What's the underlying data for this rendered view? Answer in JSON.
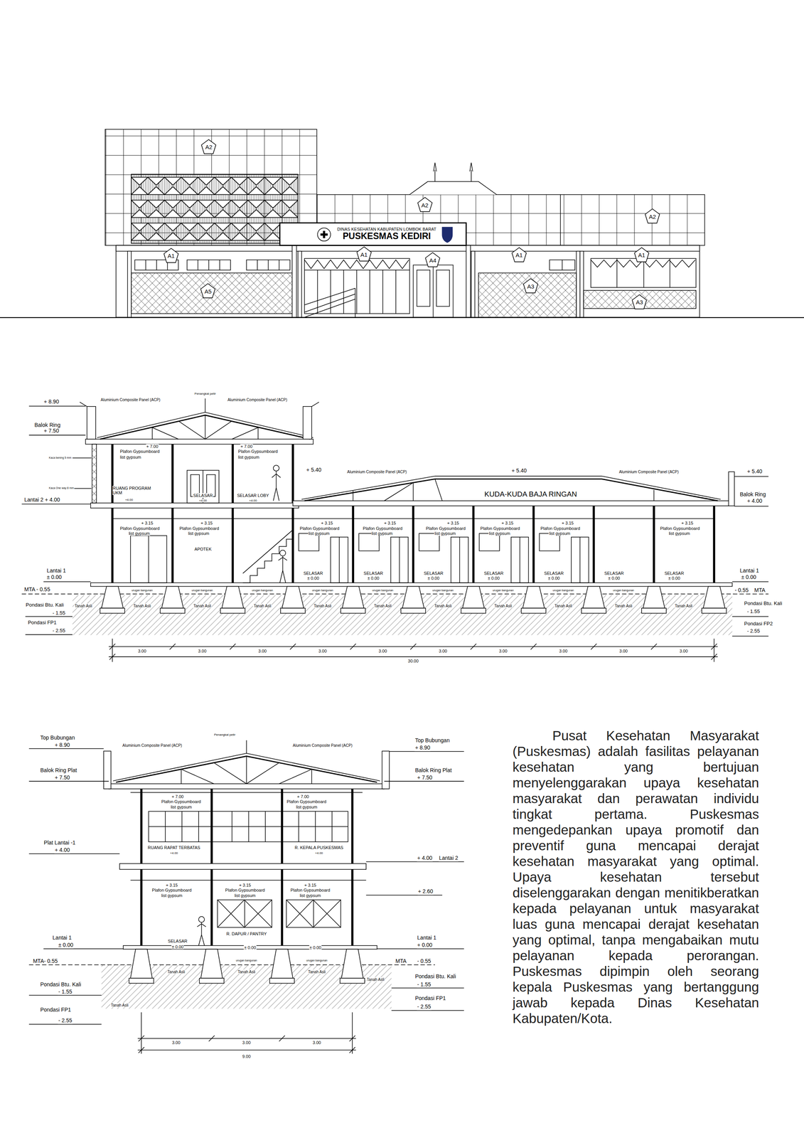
{
  "diagram": {
    "caption": "Pusat Kesehatan Masyarakat (Puskesmas) adalah fasilitas pelayanan kesehatan yang bertujuan menyelenggarakan upaya kesehatan masyarakat dan perawatan individu tingkat pertama. Puskesmas mengedepankan upaya promotif dan preventif guna mencapai derajat kesehatan masyarakat yang optimal. Upaya kesehatan tersebut diselenggarakan dengan menitikberatkan kepada pelayanan untuk masyarakat luas guna mencapai derajat kesehatan yang optimal, tanpa mengabaikan mutu pelayanan kepada perorangan. Puskesmas dipimpin oleh seorang kepala Puskesmas yang bertanggung jawab kepada Dinas Kesehatan Kabupaten/Kota.",
    "nodes": [
      {
        "text": [
          "DINAS KESEHATAN KABUPATEN LOMBOK BARAT",
          "PUSKESMAS KEDIRI"
        ]
      },
      {
        "text": [
          "A2"
        ]
      },
      {
        "text": [
          "A2"
        ]
      },
      {
        "text": [
          "A2"
        ]
      },
      {
        "text": [
          "A1"
        ]
      },
      {
        "text": [
          "A1"
        ]
      },
      {
        "text": [
          "A4"
        ]
      },
      {
        "text": [
          "A1"
        ]
      },
      {
        "text": [
          "A1"
        ]
      },
      {
        "text": [
          "A5"
        ]
      },
      {
        "text": [
          "A3"
        ]
      },
      {
        "text": [
          "A3"
        ]
      }
    ],
    "labels": [
      "+ 8.90",
      "Aluminium Composite Panel (ACP)",
      "Penangkal petir",
      "Aluminium Composite Panel (ACP)",
      "Balok Ring",
      "+ 7.50",
      "+ 7.00",
      "Plafon Gypsumboard",
      "list gypsum",
      "+ 7.00",
      "Plafon Gypsumboard",
      "list gypsum",
      "Kaca bening 5 mm",
      "+ 5.40",
      "Aluminium Composite Panel (ACP)",
      "+ 5.40",
      "Aluminium Composite Panel (ACP)",
      "+ 5.40",
      "Kaca One way 8 mm",
      "RUANG PROGRAM UKM",
      "+4.00",
      "SELASAR",
      "+4.00",
      "SELASAR LOBY",
      "+4.00",
      "KUDA-KUDA BAJA RINGAN",
      "Lantai 2 + 4.00",
      "Balok Ring",
      "+ 4.00",
      "+ 3.15",
      "Plafon Gypsumboard",
      "list gypsum",
      "+ 3.15",
      "Plafon Gypsumboard",
      "list gypsum",
      "+ 3.15",
      "Plafon Gypsumboard",
      "list gypsum",
      "+ 3.15",
      "Plafon Gypsumboard",
      "list gypsum",
      "+ 3.15",
      "Plafon Gypsumboard",
      "list gypsum",
      "+ 3.15",
      "Plafon Gypsumboard",
      "list gypsum",
      "+ 3.15",
      "Plafon Gypsumboard",
      "list gypsum",
      "+ 3.15",
      "Plafon Gypsumboard",
      "list gypsum",
      "APOTEK",
      "SELASAR",
      "± 0.00",
      "SELASAR",
      "± 0.00",
      "SELASAR",
      "± 0.00",
      "SELASAR",
      "± 0.00",
      "SELASAR",
      "± 0.00",
      "SELASAR",
      "± 0.00",
      "SELASAR",
      "± 0.00",
      "Lantai 1",
      "± 0.00",
      "Lantai 1",
      "± 0.00",
      "MTA - 0.55",
      "- 0.55",
      "MTA",
      "urugan bangunan",
      "urugan bangunan",
      "urugan bangunan",
      "urugan bangunan",
      "urugan bangunan",
      "urugan bangunan",
      "urugan bangunan",
      "urugan bangunan",
      "urugan bangunan",
      "Tanah Asli",
      "Tanah Asli",
      "Tanah Asli",
      "Tanah Asli",
      "Tanah Asli",
      "Tanah Asli",
      "Tanah Asli",
      "Tanah Asli",
      "Tanah Asli",
      "Tanah Asli",
      "Tanah Asli",
      "Pondasi Btu. Kali",
      "- 1.55",
      "Pondasi FP1",
      "- 2.55",
      "Pondasi Btu. Kali",
      "- 1.55",
      "Pondasi FP2",
      "- 2.55",
      "3.00",
      "3.00",
      "3.00",
      "3.00",
      "3.00",
      "3.00",
      "3.00",
      "3.00",
      "3.00",
      "3.00",
      "30.00",
      "Top Bubungan",
      "+ 8.90",
      "Penangkal petir",
      "Aluminium Composite Panel (ACP)",
      "Aluminium Composite Panel (ACP)",
      "Top Bubungan",
      "+ 8.90",
      "Balok Ring Plat",
      "+ 7.50",
      "Balok Ring Plat",
      "+ 7.50",
      "+ 7.00",
      "Plafon Gypsumboard",
      "list gypsum",
      "+ 7.00",
      "Plafon Gypsumboard",
      "list gypsum",
      "Plat Lantai -1",
      "+ 4.00",
      "RUANG RAPAT TERBATAS",
      "+4.00",
      "R. KEPALA PUSKESMAS",
      "+4.00",
      "+ 4.00",
      "Lantai 2",
      "+ 3.15",
      "Plafon Gypsumboard",
      "list gypsum",
      "+ 3.15",
      "Plafon Gypsumboard",
      "list gypsum",
      "+ 3.15",
      "Plafon Gypsumboard",
      "list gypsum",
      "+ 2.60",
      "R. DAPUR / PANTRY",
      "SELASAR",
      "± 0.00",
      "± 0.00",
      "± 0.00",
      "Lantai 1",
      "± 0.00",
      "Lantai 1",
      "+ 0.00",
      "MTA- 0.55",
      "MTA",
      "- 0.55",
      "urugan bangunan",
      "urugan bangunan",
      "Tanah Asli",
      "Tanah Asli",
      "Tanah Asli",
      "Tanah Asli",
      "Tanah Asli",
      "Pondasi Btu. Kali",
      "- 1.55",
      "Pondasi Btu. Kali",
      "- 1.55",
      "Pondasi FP1",
      "- 2.55",
      "Pondasi FP1",
      "- 2.55",
      "3.00",
      "3.00",
      "3.00",
      "9.00"
    ]
  }
}
